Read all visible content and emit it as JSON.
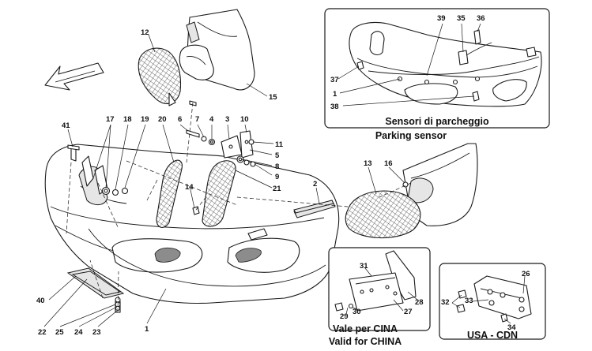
{
  "callouts": {
    "c1": "1",
    "c2": "2",
    "c3": "3",
    "c4": "4",
    "c5": "5",
    "c6": "6",
    "c7": "7",
    "c8": "8",
    "c9": "9",
    "c10": "10",
    "c11": "11",
    "c12": "12",
    "c13": "13",
    "c14": "14",
    "c15": "15",
    "c16": "16",
    "c17": "17",
    "c18": "18",
    "c19": "19",
    "c20": "20",
    "c21": "21",
    "c22": "22",
    "c23": "23",
    "c24": "24",
    "c25": "25",
    "c26": "26",
    "c27": "27",
    "c28": "28",
    "c29": "29",
    "c30": "30",
    "c31": "31",
    "c32": "32",
    "c33": "33",
    "c34": "34",
    "c35": "35",
    "c36": "36",
    "c37": "37",
    "c38": "38",
    "c39": "39",
    "c40": "40",
    "c41": "41"
  },
  "inset_parking": {
    "caption_it": "Sensori di parcheggio",
    "caption_en": "Parking sensor",
    "callouts": {
      "p1": "1",
      "p35": "35",
      "p36": "36",
      "p37": "37",
      "p38": "38",
      "p39": "39"
    }
  },
  "inset_china": {
    "caption_it": "Vale per CINA",
    "caption_en": "Valid for CHINA"
  },
  "inset_usa": {
    "caption": "USA - CDN"
  },
  "icons": {
    "direction": "front-direction-arrow-icon"
  }
}
